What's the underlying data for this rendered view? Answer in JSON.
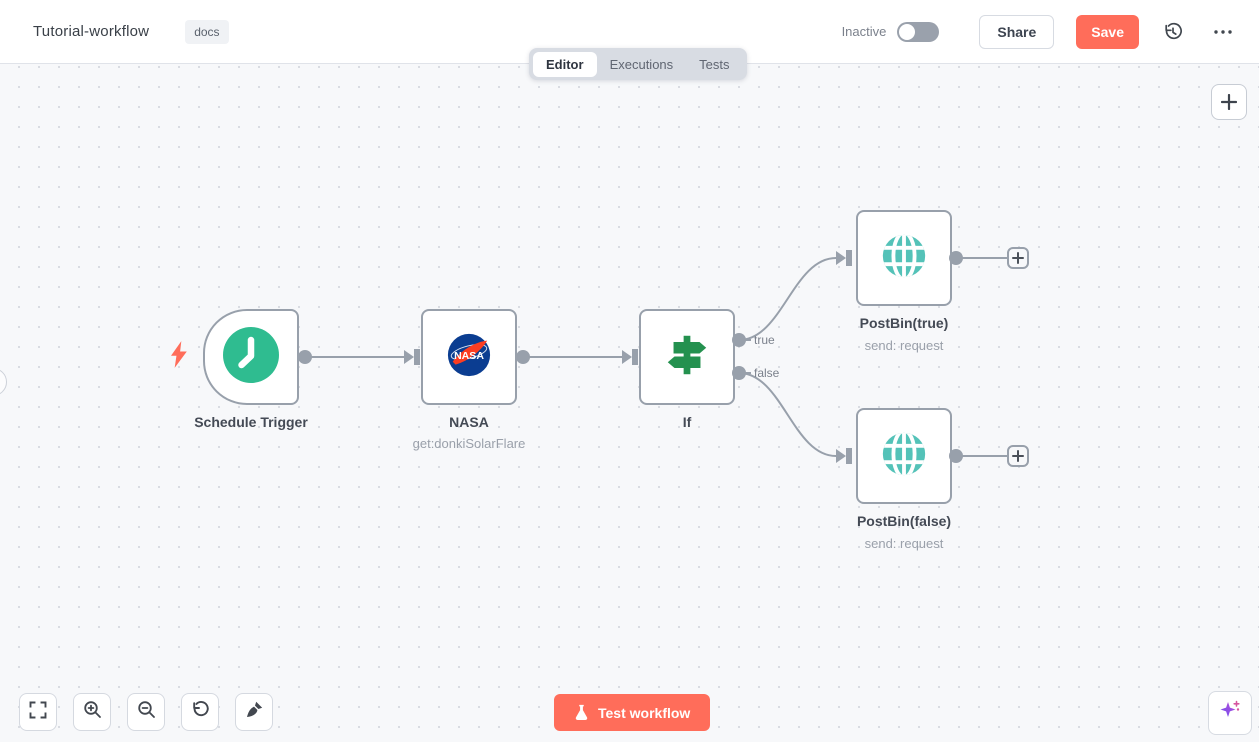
{
  "header": {
    "title": "Tutorial-workflow",
    "tag": "docs",
    "status_label": "Inactive",
    "share_label": "Share",
    "save_label": "Save"
  },
  "tabs": {
    "editor": "Editor",
    "executions": "Executions",
    "tests": "Tests"
  },
  "workflow": {
    "nodes": [
      {
        "name": "Schedule Trigger",
        "type": "schedule-trigger",
        "subtitle": ""
      },
      {
        "name": "NASA",
        "type": "nasa",
        "subtitle": "get:donkiSolarFlare"
      },
      {
        "name": "If",
        "type": "if",
        "subtitle": ""
      },
      {
        "name": "PostBin(true)",
        "type": "postbin",
        "subtitle": "send: request"
      },
      {
        "name": "PostBin(false)",
        "type": "postbin",
        "subtitle": "send: request"
      }
    ],
    "branch_labels": {
      "true_label": "true",
      "false_label": "false"
    }
  },
  "footer": {
    "test_button": "Test workflow"
  },
  "icons": {
    "header": [
      "history-icon",
      "more-options-icon"
    ],
    "canvas_controls": [
      "fit-view-icon",
      "zoom-in-icon",
      "zoom-out-icon",
      "reset-zoom-icon",
      "tidy-up-icon"
    ],
    "node_icons": [
      "clock-icon",
      "nasa-logo-icon",
      "signpost-icon",
      "globe-icon",
      "globe-icon"
    ]
  },
  "colors": {
    "accent": "#ff6d5a",
    "trigger_green": "#2fbc90",
    "teal": "#54c2b8",
    "if_green": "#24914f",
    "nasa_blue": "#0b3d91",
    "connector_gray": "#98a0ab"
  }
}
